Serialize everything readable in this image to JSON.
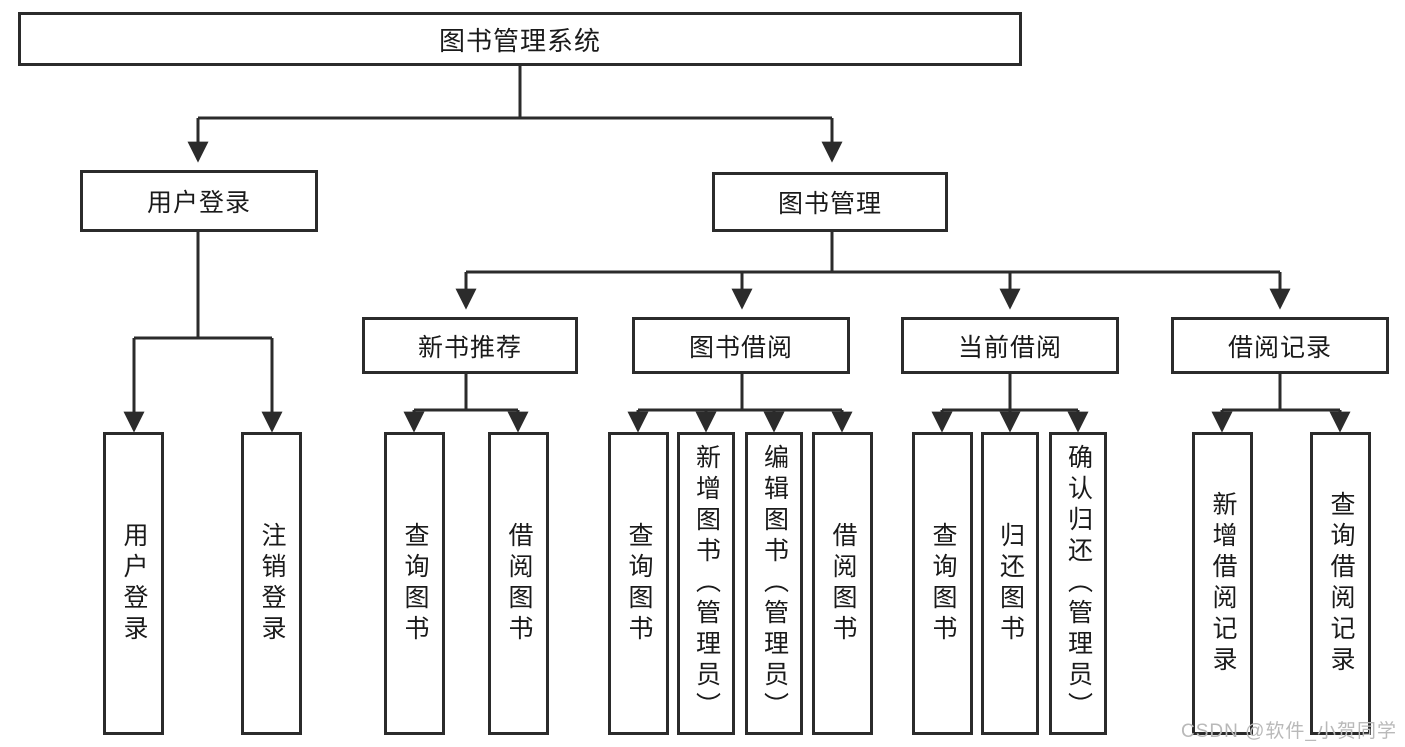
{
  "diagram": {
    "title": "图书管理系统",
    "type": "hierarchy-tree",
    "watermark": "CSDN @软件_小贺同学",
    "colors": {
      "box_border": "#2b2b2b",
      "box_fill": "#ffffff",
      "edge": "#2b2b2b",
      "text": "#1a1a1a",
      "watermark": "#b9b9b9"
    },
    "nodes": {
      "root": {
        "label": "图书管理系统"
      },
      "level2": [
        {
          "id": "user-login",
          "label": "用户登录"
        },
        {
          "id": "book-manage",
          "label": "图书管理"
        }
      ],
      "level3": [
        {
          "id": "new-book-recommend",
          "label": "新书推荐"
        },
        {
          "id": "book-borrow",
          "label": "图书借阅"
        },
        {
          "id": "current-borrow",
          "label": "当前借阅"
        },
        {
          "id": "borrow-record",
          "label": "借阅记录"
        }
      ],
      "leaves": [
        {
          "id": "leaf-user-login",
          "label": "用户登录",
          "parent": "user-login"
        },
        {
          "id": "leaf-logout-login",
          "label": "注销登录",
          "parent": "user-login"
        },
        {
          "id": "leaf-query-book-1",
          "label": "查询图书",
          "parent": "new-book-recommend"
        },
        {
          "id": "leaf-borrow-book-1",
          "label": "借阅图书",
          "parent": "new-book-recommend"
        },
        {
          "id": "leaf-query-book-2",
          "label": "查询图书",
          "parent": "book-borrow"
        },
        {
          "id": "leaf-add-book",
          "label": "新增图书（管理员）",
          "parent": "book-borrow"
        },
        {
          "id": "leaf-edit-book",
          "label": "编辑图书（管理员）",
          "parent": "book-borrow"
        },
        {
          "id": "leaf-borrow-book-2",
          "label": "借阅图书",
          "parent": "book-borrow"
        },
        {
          "id": "leaf-query-book-3",
          "label": "查询图书",
          "parent": "current-borrow"
        },
        {
          "id": "leaf-return-book",
          "label": "归还图书",
          "parent": "current-borrow"
        },
        {
          "id": "leaf-confirm-return",
          "label": "确认归还（管理员）",
          "parent": "current-borrow"
        },
        {
          "id": "leaf-add-record",
          "label": "新增借阅记录",
          "parent": "borrow-record"
        },
        {
          "id": "leaf-query-record",
          "label": "查询借阅记录",
          "parent": "borrow-record"
        }
      ]
    }
  }
}
